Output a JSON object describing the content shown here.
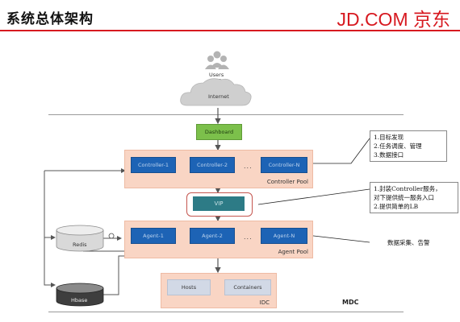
{
  "header": {
    "title": "系统总体架构",
    "brand": "JD.COM 京东"
  },
  "diagram": {
    "users_label": "Users",
    "internet_label": "Internet",
    "dashboard_label": "Dashboard",
    "controller_pool": {
      "label": "Controller Pool",
      "nodes": [
        "Controller-1",
        "Controller-2",
        "Controller-N"
      ],
      "ellipsis": "..."
    },
    "vip_label": "VIP",
    "agent_pool": {
      "label": "Agent Pool",
      "nodes": [
        "Agent-1",
        "Agent-2",
        "Agent-N"
      ],
      "ellipsis": "..."
    },
    "idc": {
      "label": "IDC",
      "hosts_label": "Hosts",
      "containers_label": "Containers"
    },
    "redis_label": "Redis",
    "hbase_label": "Hbase",
    "mdc_label": "MDC"
  },
  "annotations": {
    "controller_note": [
      "1.目标发现",
      "2.任务调度、管理",
      "3.数据接口"
    ],
    "vip_note": [
      "1.封装Controller服务，",
      "对下提供统一服务入口",
      "2.提供简单的LB"
    ],
    "agent_note": "数据采集、告警"
  },
  "colors": {
    "brand_red": "#d71920",
    "pool_fill": "#f9d5c4",
    "node_blue": "#1d63b5",
    "vip_teal": "#2d7b86",
    "dashboard_green": "#7cc04b",
    "host_gray": "#d2d9e6"
  }
}
